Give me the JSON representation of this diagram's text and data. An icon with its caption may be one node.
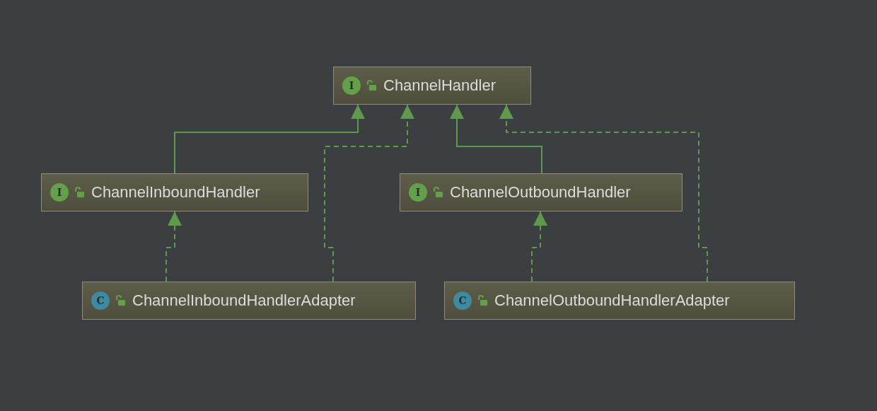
{
  "diagram": {
    "nodes": [
      {
        "text": [
          "I",
          "ChannelHandler"
        ]
      },
      {
        "text": [
          "I",
          "ChannelInboundHandler"
        ]
      },
      {
        "text": [
          "I",
          "ChannelOutboundHandler"
        ]
      },
      {
        "text": [
          "C",
          "ChannelInboundHandlerAdapter"
        ]
      },
      {
        "text": [
          "C",
          "ChannelOutboundHandlerAdapter"
        ]
      }
    ],
    "edges": [
      {
        "from": 1,
        "to": 0,
        "arrow": "to"
      },
      {
        "from": 3,
        "to": 0,
        "arrow": "to",
        "style": "dashed"
      },
      {
        "from": 2,
        "to": 0,
        "arrow": "to"
      },
      {
        "from": 4,
        "to": 0,
        "arrow": "to",
        "style": "dashed"
      },
      {
        "from": 3,
        "to": 1,
        "arrow": "to",
        "style": "dashed"
      },
      {
        "from": 4,
        "to": 2,
        "arrow": "to",
        "style": "dashed"
      }
    ]
  }
}
